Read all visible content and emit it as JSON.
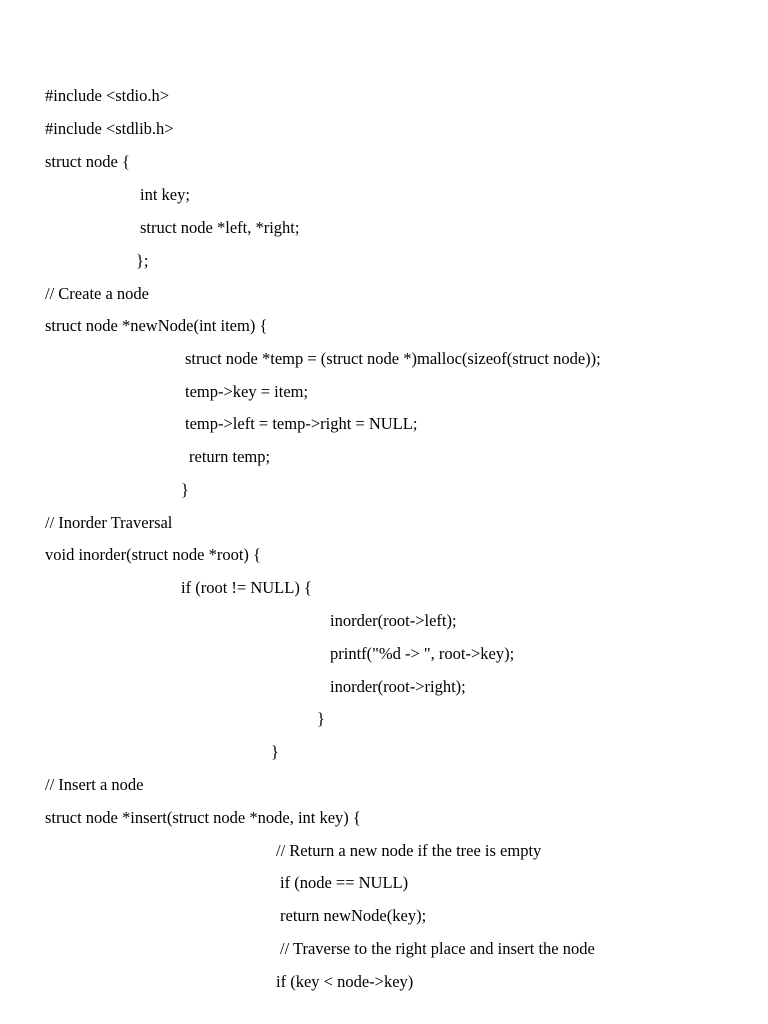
{
  "document": {
    "lines": [
      "#include <stdio.h>",
      "#include <stdlib.h>",
      "struct node {",
      "int key;",
      "struct node *left, *right;",
      "};",
      "// Create a node",
      "struct node *newNode(int item) {",
      "struct node *temp = (struct node *)malloc(sizeof(struct node));",
      "temp->key = item;",
      "temp->left = temp->right = NULL;",
      "return temp;",
      "}",
      "// Inorder Traversal",
      "void inorder(struct node *root) {",
      "if (root != NULL) {",
      "inorder(root->left);",
      "printf(\"%d -> \", root->key);",
      "inorder(root->right);",
      "}",
      "}",
      "// Insert a node",
      "struct node *insert(struct node *node, int key) {",
      "// Return a new node if the tree is empty",
      "if (node == NULL)",
      "return newNode(key);",
      "// Traverse to the right place and insert the node",
      "if (key < node->key)"
    ]
  }
}
